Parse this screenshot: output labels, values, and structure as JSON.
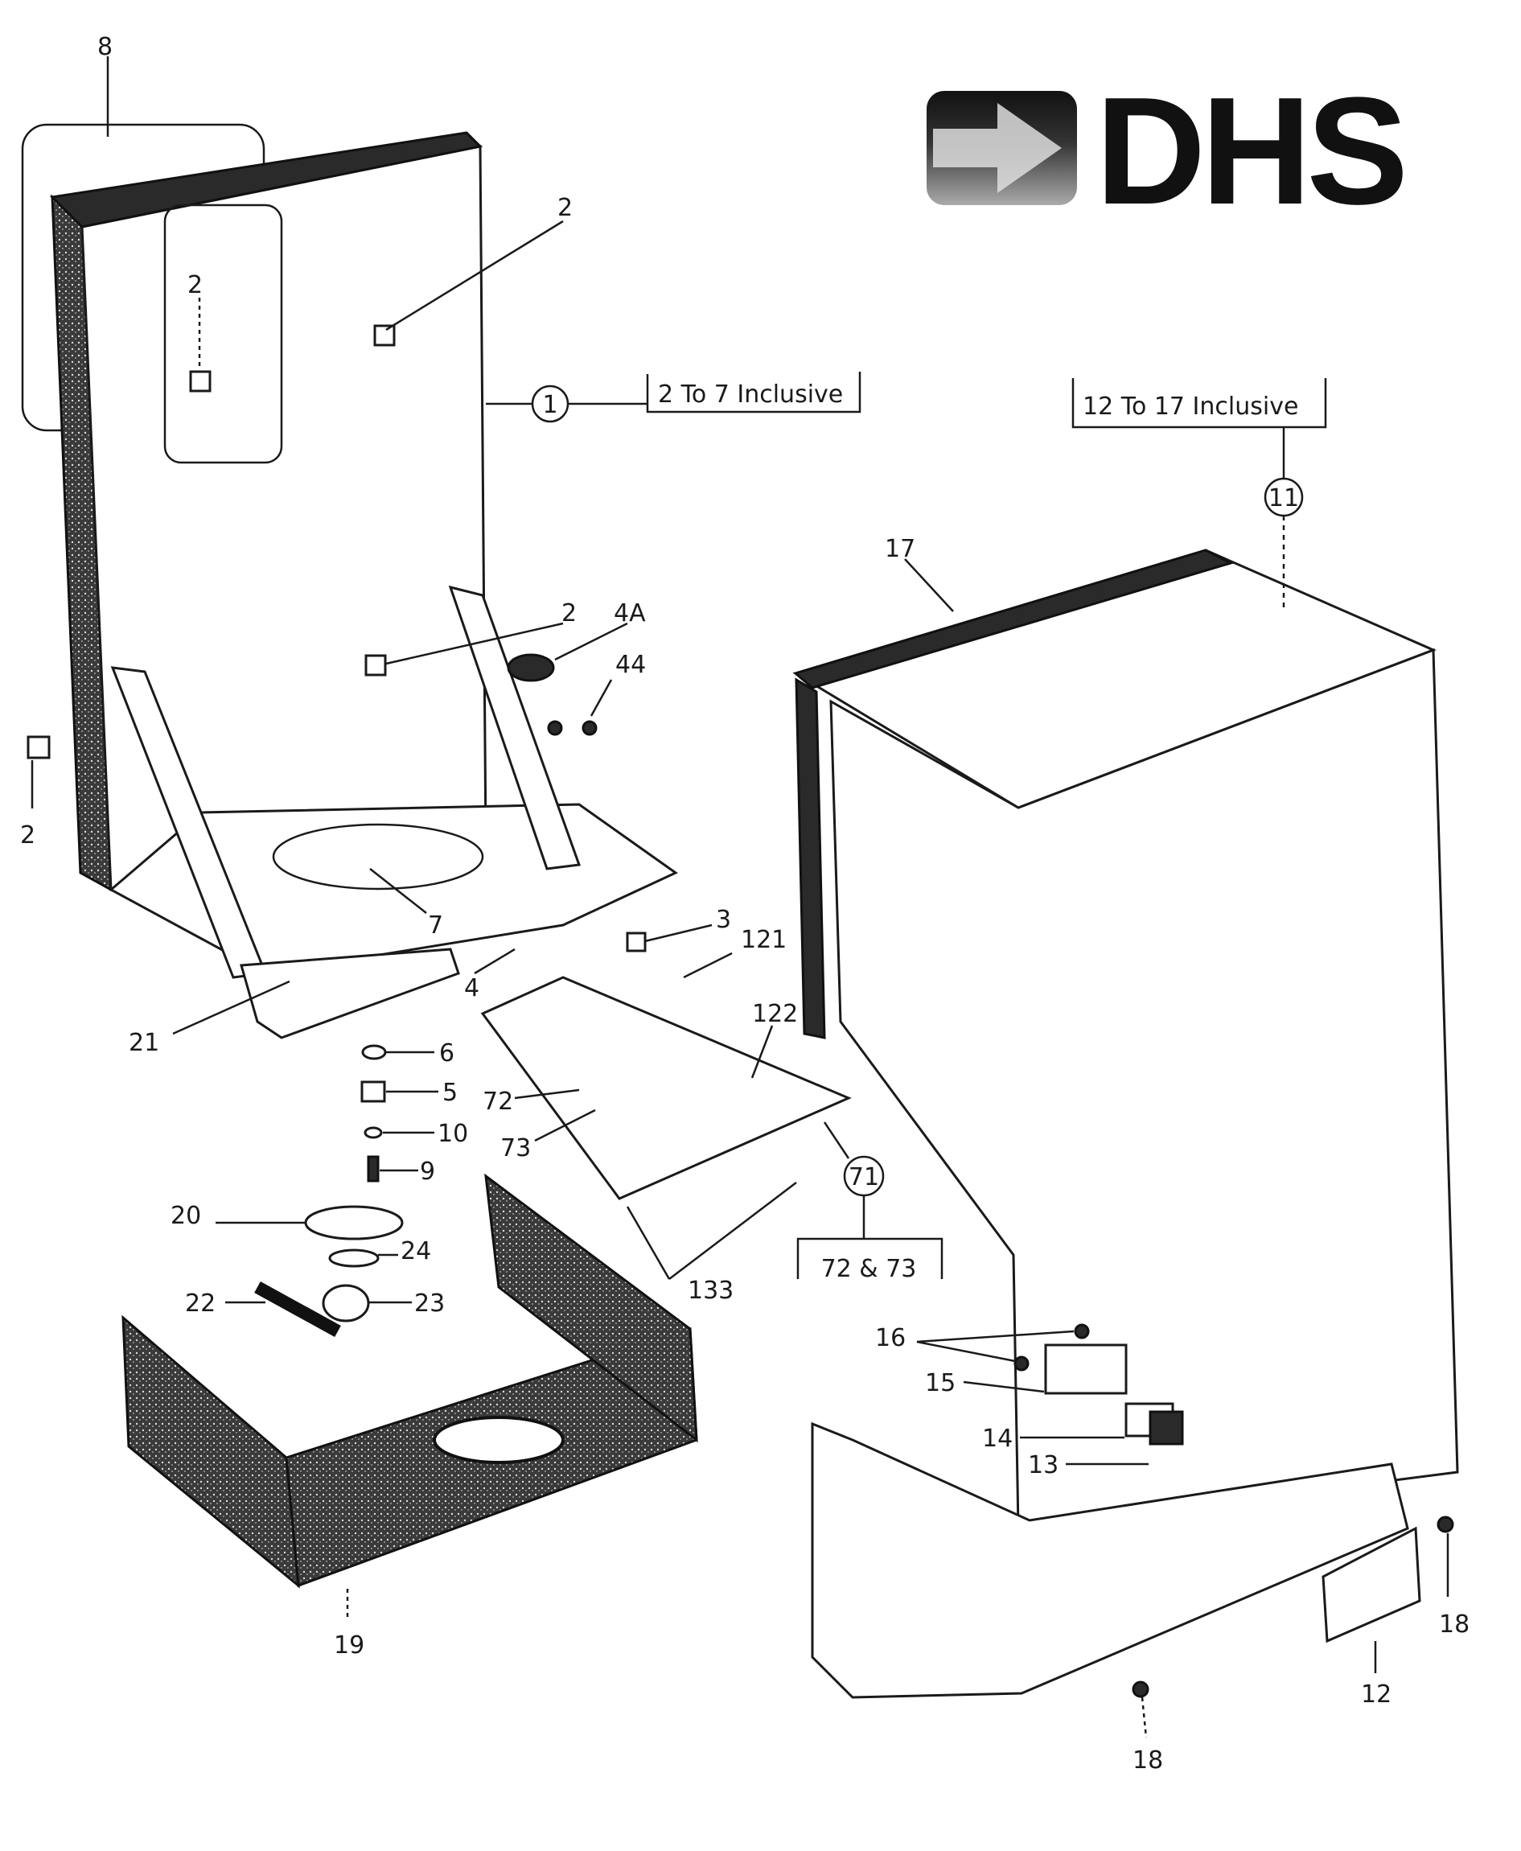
{
  "logo": {
    "text": "DHS",
    "icon": "arrow-right-icon",
    "color": "#111111"
  },
  "callouts": {
    "group_1": {
      "number": "1",
      "note": "2 To 7 Inclusive"
    },
    "group_11": {
      "number": "11",
      "note": "12 To 17 Inclusive"
    },
    "group_71": {
      "number": "71",
      "note": "72 & 73"
    }
  },
  "labels": {
    "p8": "8",
    "p2a": "2",
    "p2b": "2",
    "p2c": "2",
    "p2d": "2",
    "p4a": "4A",
    "p44": "44",
    "p17": "17",
    "p7": "7",
    "p3": "3",
    "p121": "121",
    "p4": "4",
    "p21": "21",
    "p122": "122",
    "p6": "6",
    "p5": "5",
    "p72": "72",
    "p10": "10",
    "p73": "73",
    "p9": "9",
    "p20": "20",
    "p24": "24",
    "p133": "133",
    "p22": "22",
    "p23": "23",
    "p16": "16",
    "p15": "15",
    "p14": "14",
    "p13": "13",
    "p19": "19",
    "p18a": "18",
    "p12": "12",
    "p18b": "18"
  }
}
